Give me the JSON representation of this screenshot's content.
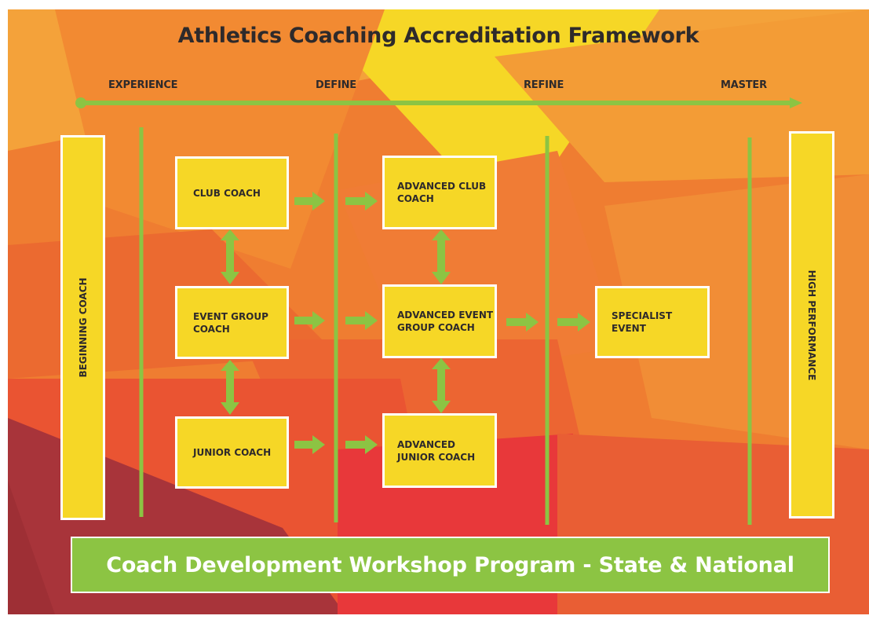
{
  "title": "Athletics Coaching Accreditation Framework",
  "stages": [
    "EXPERIENCE",
    "DEFINE",
    "REFINE",
    "MASTER"
  ],
  "left_bar": "BEGINNING COACH",
  "right_bar": "HIGH PERFORMANCE",
  "boxes": {
    "club_coach": "CLUB COACH",
    "event_group_coach": "EVENT GROUP COACH",
    "junior_coach": "JUNIOR COACH",
    "advanced_club_coach": "ADVANCED CLUB COACH",
    "advanced_event_group_coach": "ADVANCED EVENT GROUP COACH",
    "advanced_junior_coach": "ADVANCED JUNIOR COACH",
    "specialist_event": "SPECIALIST EVENT"
  },
  "footer": "Coach Development Workshop Program - State & National",
  "colors": {
    "box_fill": "#f6d726",
    "arrow_green": "#8cc443",
    "text_dark": "#2e2a2b",
    "background_orange": "#ef7d31",
    "background_red": "#e8383a",
    "background_maroon": "#a8343a"
  }
}
